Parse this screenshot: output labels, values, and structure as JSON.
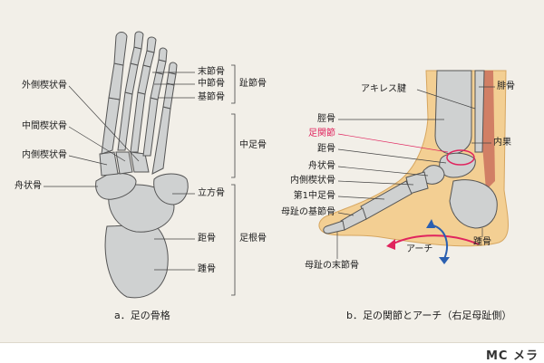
{
  "left_panel": {
    "caption": "a．足の骨格",
    "labels": {
      "gaisokukeijo": "外側楔状骨",
      "chukankeijo": "中間楔状骨",
      "naisokukeijo": "内側楔状骨",
      "shujo": "舟状骨",
      "massetsu": "末節骨",
      "chusetsu": "中節骨",
      "kisetsu": "基節骨",
      "shisetsu_group": "趾節骨",
      "chusoku_group": "中足骨",
      "rippo": "立方骨",
      "kyo": "距骨",
      "sokon_group": "足根骨",
      "shou": "踵骨"
    }
  },
  "right_panel": {
    "caption": "b．足の関節とアーチ（右足母趾側）",
    "labels": {
      "achilles": "アキレス腱",
      "hikotsu": "腓骨",
      "keikotsu": "脛骨",
      "sokukansetsu": "足関節",
      "naika": "内果",
      "kyo": "距骨",
      "shujo": "舟状骨",
      "naisokukeijo": "内側楔状骨",
      "dai1chusoku": "第1中足骨",
      "boshi_kisetsu": "母趾の基節骨",
      "arch": "アーチ",
      "shou": "踵骨",
      "boshi_massetsu": "母趾の末節骨"
    }
  },
  "brand": "MC メラ",
  "colors": {
    "background": "#f2efe8",
    "bone": "#cfd1d1",
    "bone_outline": "#555555",
    "skin": "#f3cf93",
    "tendon": "#c86a5a",
    "joint_highlight": "#e0245e",
    "arch_red": "#e0245e",
    "arch_blue": "#2a5fb0"
  }
}
